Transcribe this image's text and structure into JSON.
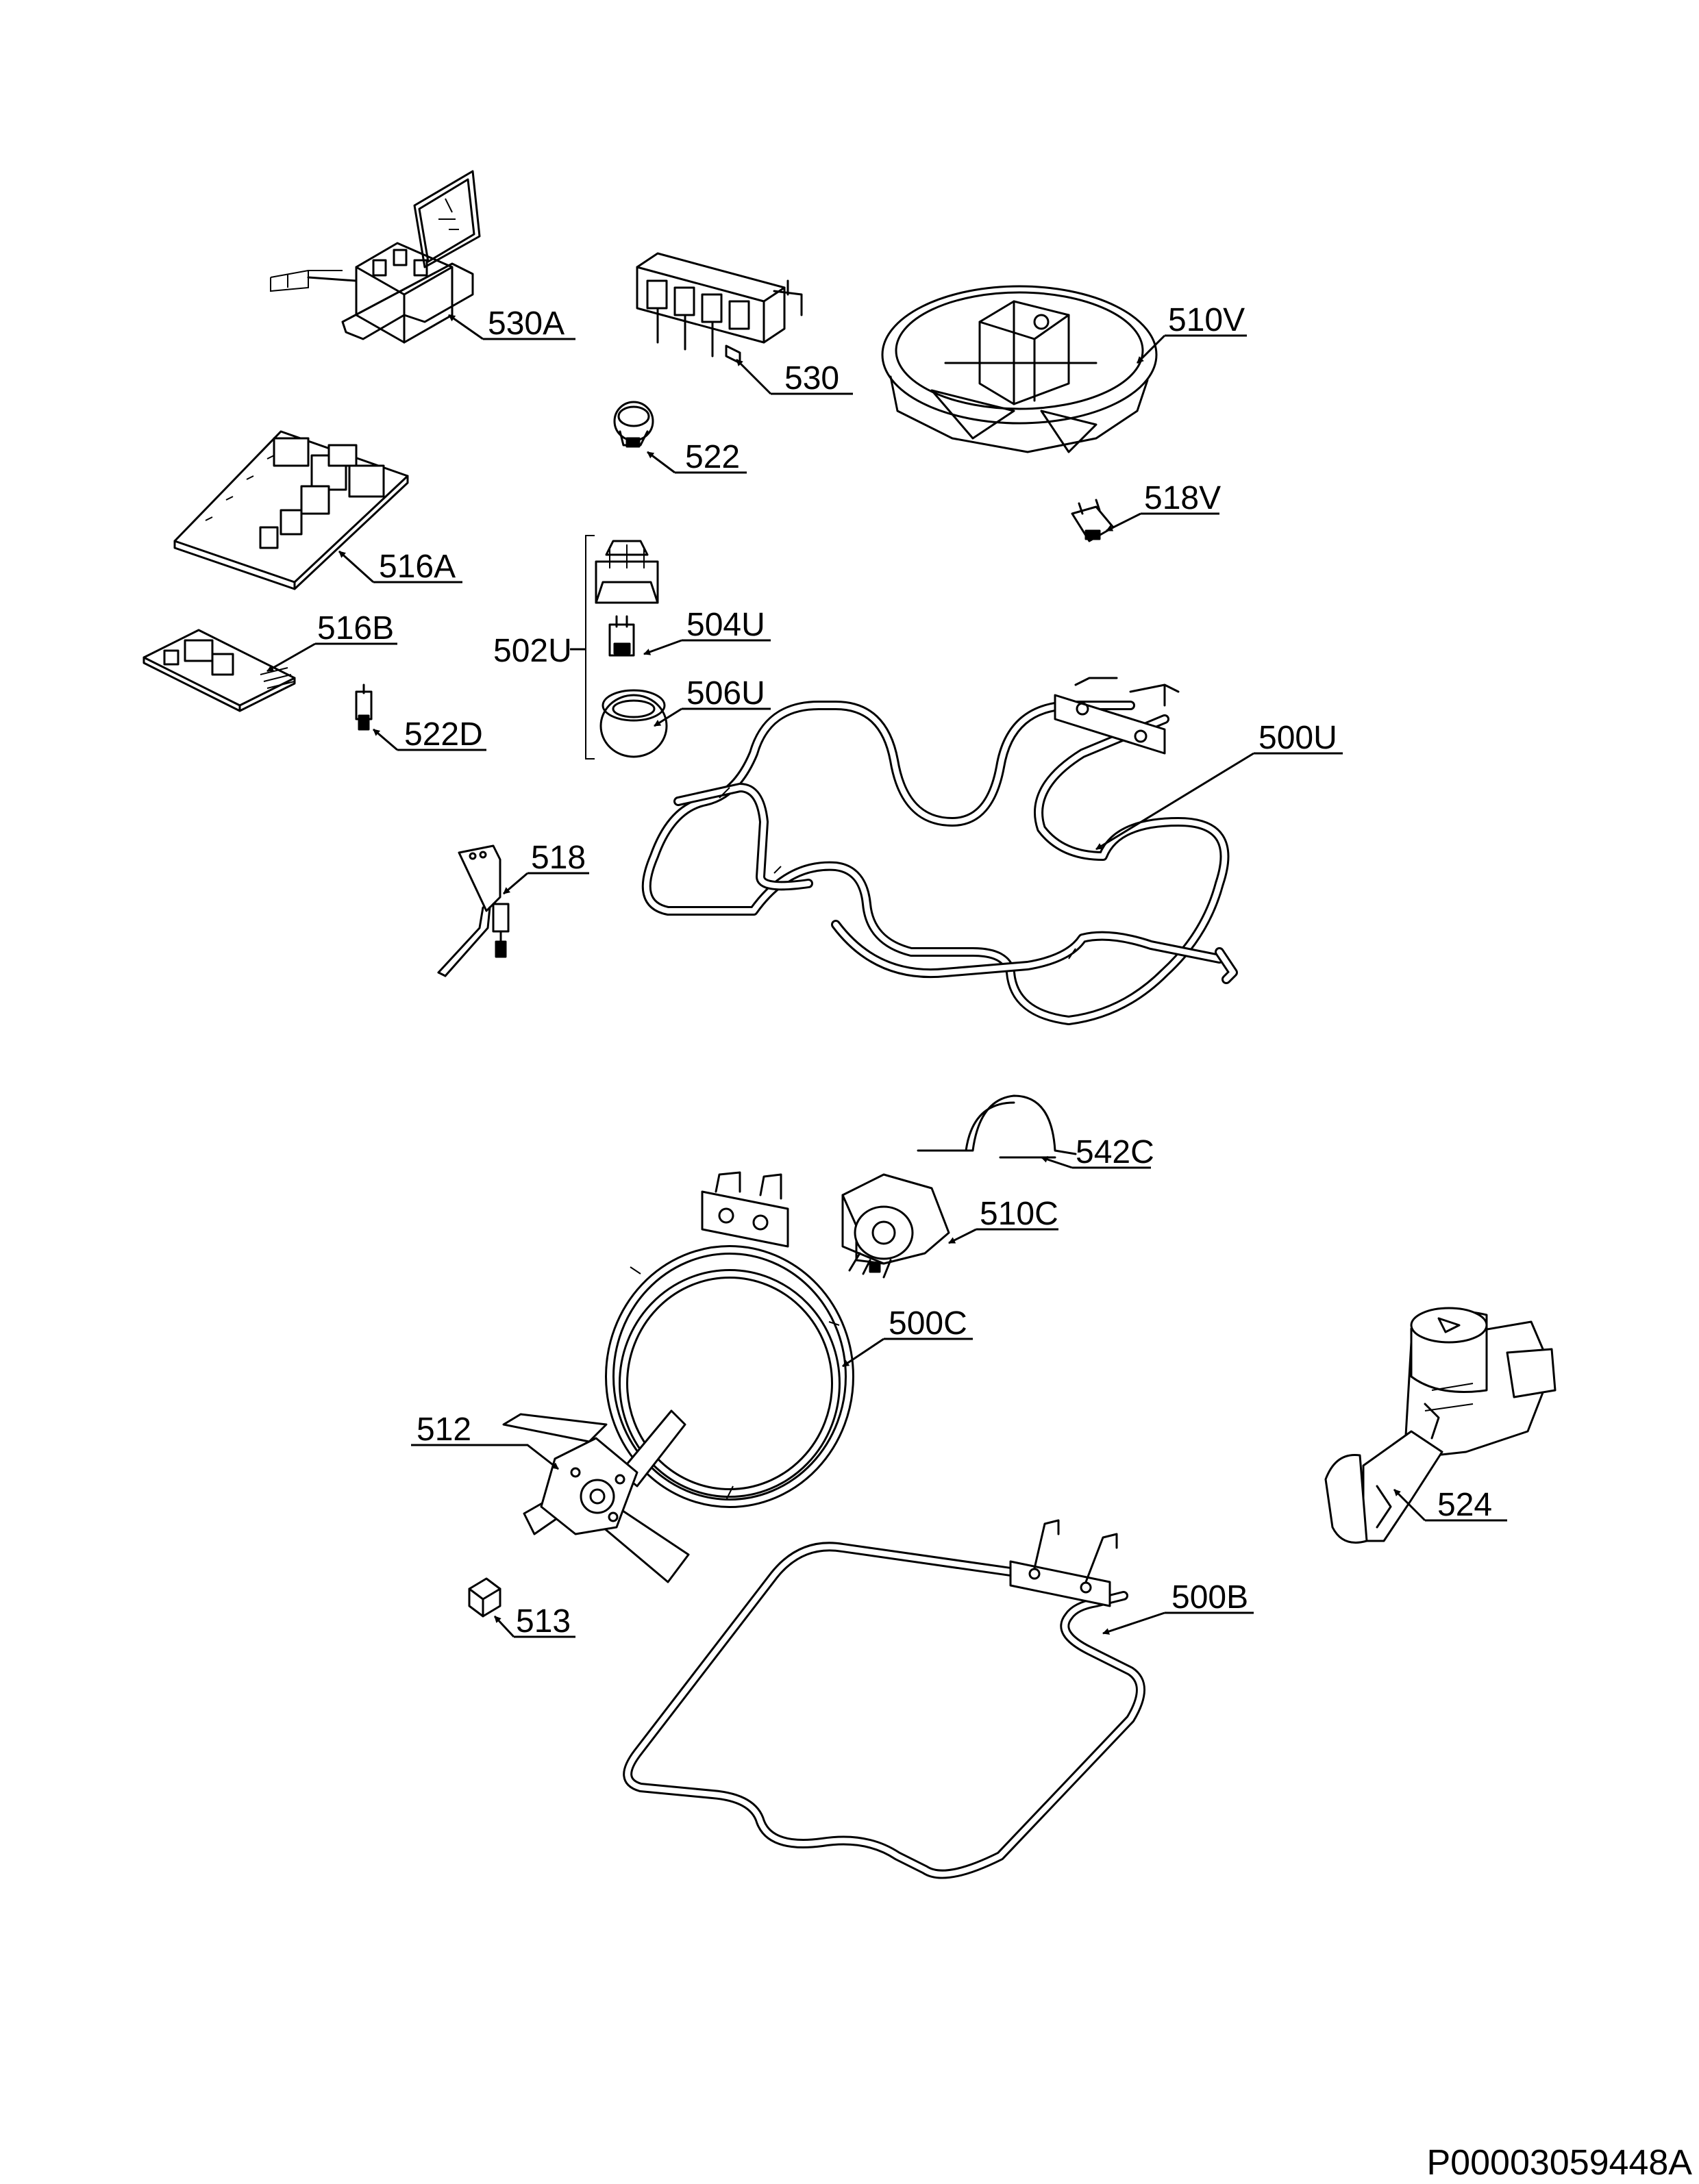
{
  "labels": {
    "l530A": "530A",
    "l530": "530",
    "l510V": "510V",
    "l522": "522",
    "l518V": "518V",
    "l516A": "516A",
    "l502U": "502U",
    "l504U": "504U",
    "l506U": "506U",
    "l516B": "516B",
    "l522D": "522D",
    "l500U": "500U",
    "l518": "518",
    "l542C": "542C",
    "l510C": "510C",
    "l500C": "500C",
    "l512": "512",
    "l524": "524",
    "l513": "513",
    "l500B": "500B"
  },
  "document_id": "P00003059448A"
}
